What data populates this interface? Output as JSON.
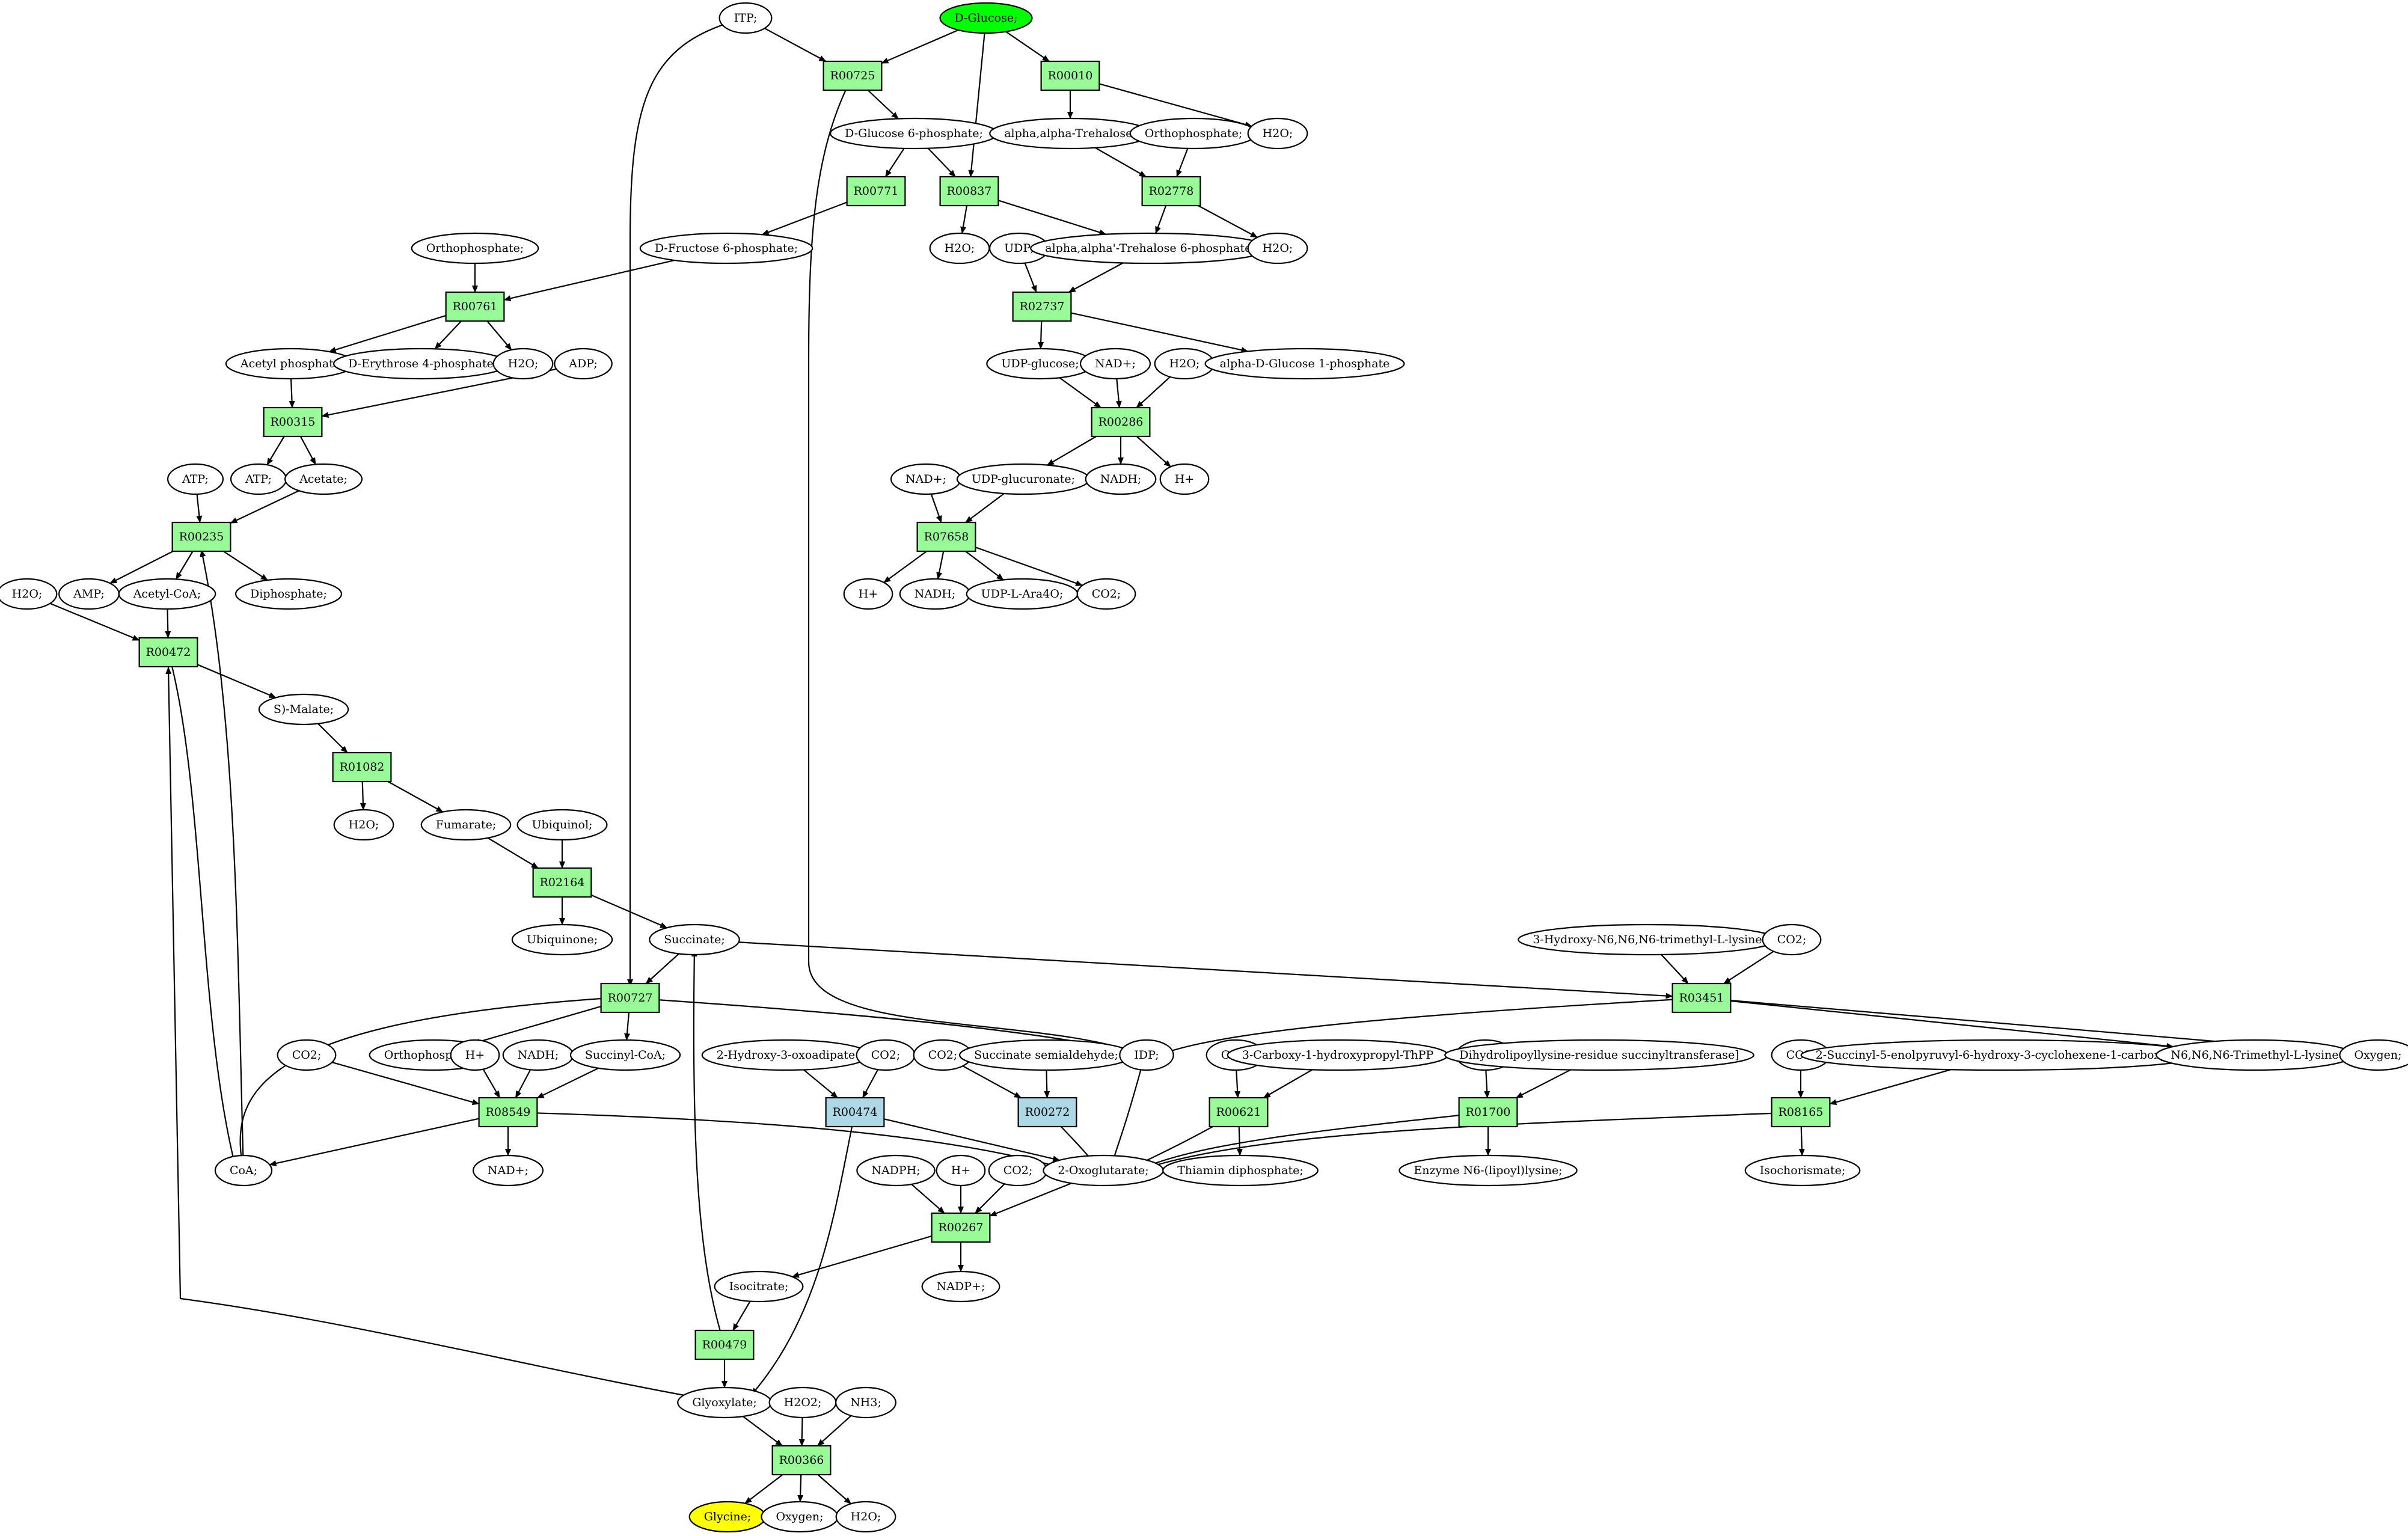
{
  "colors": {
    "reaction_default": "#98fb98",
    "reaction_highlight": "#add8e6",
    "metabolite_default": "#ffffff",
    "source": "#00ff00",
    "target": "#ffff00",
    "edge": "#000000"
  },
  "nodes": [
    {
      "id": "itp",
      "kind": "metabolite",
      "label": "ITP;"
    },
    {
      "id": "dglucose",
      "kind": "metabolite",
      "label": "D-Glucose;",
      "fill": "#00ff00"
    },
    {
      "id": "r00725",
      "kind": "reaction",
      "label": "R00725"
    },
    {
      "id": "r00010",
      "kind": "reaction",
      "label": "R00010"
    },
    {
      "id": "g6p",
      "kind": "metabolite",
      "label": "D-Glucose 6-phosphate;"
    },
    {
      "id": "aatrehalose",
      "kind": "metabolite",
      "label": "alpha,alpha-Trehalose;"
    },
    {
      "id": "orthophos1",
      "kind": "metabolite",
      "label": "Orthophosphate;"
    },
    {
      "id": "h2o_a",
      "kind": "metabolite",
      "label": "H2O;"
    },
    {
      "id": "r00771",
      "kind": "reaction",
      "label": "R00771"
    },
    {
      "id": "r00837",
      "kind": "reaction",
      "label": "R00837"
    },
    {
      "id": "r02778",
      "kind": "reaction",
      "label": "R02778"
    },
    {
      "id": "orthophos2",
      "kind": "metabolite",
      "label": "Orthophosphate;"
    },
    {
      "id": "f6p",
      "kind": "metabolite",
      "label": "D-Fructose 6-phosphate;"
    },
    {
      "id": "h2o_b",
      "kind": "metabolite",
      "label": "H2O;"
    },
    {
      "id": "udp",
      "kind": "metabolite",
      "label": "UDP;"
    },
    {
      "id": "t6p",
      "kind": "metabolite",
      "label": "alpha,alpha'-Trehalose 6-phosphate;"
    },
    {
      "id": "h2o_c",
      "kind": "metabolite",
      "label": "H2O;"
    },
    {
      "id": "r00761",
      "kind": "reaction",
      "label": "R00761"
    },
    {
      "id": "r02737",
      "kind": "reaction",
      "label": "R02737"
    },
    {
      "id": "acetylphos",
      "kind": "metabolite",
      "label": "Acetyl phosphate"
    },
    {
      "id": "e4p",
      "kind": "metabolite",
      "label": "D-Erythrose 4-phosphate"
    },
    {
      "id": "h2o_d",
      "kind": "metabolite",
      "label": "H2O;"
    },
    {
      "id": "adp",
      "kind": "metabolite",
      "label": "ADP;"
    },
    {
      "id": "udpglucose",
      "kind": "metabolite",
      "label": "UDP-glucose;"
    },
    {
      "id": "nadplus1",
      "kind": "metabolite",
      "label": "NAD+;"
    },
    {
      "id": "h2o_e",
      "kind": "metabolite",
      "label": "H2O;"
    },
    {
      "id": "adg1p",
      "kind": "metabolite",
      "label": "alpha-D-Glucose 1-phosphate"
    },
    {
      "id": "r00315",
      "kind": "reaction",
      "label": "R00315"
    },
    {
      "id": "r00286",
      "kind": "reaction",
      "label": "R00286"
    },
    {
      "id": "atp1",
      "kind": "metabolite",
      "label": "ATP;"
    },
    {
      "id": "atp2",
      "kind": "metabolite",
      "label": "ATP;"
    },
    {
      "id": "acetate",
      "kind": "metabolite",
      "label": "Acetate;"
    },
    {
      "id": "nadplus2",
      "kind": "metabolite",
      "label": "NAD+;"
    },
    {
      "id": "udpglucuronate",
      "kind": "metabolite",
      "label": "UDP-glucuronate;"
    },
    {
      "id": "nadh1",
      "kind": "metabolite",
      "label": "NADH;"
    },
    {
      "id": "hplus1",
      "kind": "metabolite",
      "label": "H+"
    },
    {
      "id": "r00235",
      "kind": "reaction",
      "label": "R00235"
    },
    {
      "id": "r07658",
      "kind": "reaction",
      "label": "R07658"
    },
    {
      "id": "h2o_f",
      "kind": "metabolite",
      "label": "H2O;"
    },
    {
      "id": "amp",
      "kind": "metabolite",
      "label": "AMP;"
    },
    {
      "id": "acetylcoa",
      "kind": "metabolite",
      "label": "Acetyl-CoA;"
    },
    {
      "id": "diphosphate",
      "kind": "metabolite",
      "label": "Diphosphate;"
    },
    {
      "id": "hplus2",
      "kind": "metabolite",
      "label": "H+"
    },
    {
      "id": "nadh2",
      "kind": "metabolite",
      "label": "NADH;"
    },
    {
      "id": "udplara4o",
      "kind": "metabolite",
      "label": "UDP-L-Ara4O;"
    },
    {
      "id": "co2_a",
      "kind": "metabolite",
      "label": "CO2;"
    },
    {
      "id": "r00472",
      "kind": "reaction",
      "label": "R00472"
    },
    {
      "id": "smalate",
      "kind": "metabolite",
      "label": "S)-Malate;"
    },
    {
      "id": "r01082",
      "kind": "reaction",
      "label": "R01082"
    },
    {
      "id": "h2o_g",
      "kind": "metabolite",
      "label": "H2O;"
    },
    {
      "id": "fumarate",
      "kind": "metabolite",
      "label": "Fumarate;"
    },
    {
      "id": "ubiquinol",
      "kind": "metabolite",
      "label": "Ubiquinol;"
    },
    {
      "id": "r02164",
      "kind": "reaction",
      "label": "R02164"
    },
    {
      "id": "ubiquinone",
      "kind": "metabolite",
      "label": "Ubiquinone;"
    },
    {
      "id": "succinate",
      "kind": "metabolite",
      "label": "Succinate;"
    },
    {
      "id": "hydroxylysine",
      "kind": "metabolite",
      "label": "3-Hydroxy-N6,N6,N6-trimethyl-L-lysine"
    },
    {
      "id": "co2_b",
      "kind": "metabolite",
      "label": "CO2;"
    },
    {
      "id": "r00727",
      "kind": "reaction",
      "label": "R00727"
    },
    {
      "id": "r03451",
      "kind": "reaction",
      "label": "R03451"
    },
    {
      "id": "co2_c",
      "kind": "metabolite",
      "label": "CO2;"
    },
    {
      "id": "orthophos3",
      "kind": "metabolite",
      "label": "Orthophosphate;"
    },
    {
      "id": "hplus3",
      "kind": "metabolite",
      "label": "H+"
    },
    {
      "id": "nadh3",
      "kind": "metabolite",
      "label": "NADH;"
    },
    {
      "id": "succinylcoa",
      "kind": "metabolite",
      "label": "Succinyl-CoA;"
    },
    {
      "id": "oxoadipate",
      "kind": "metabolite",
      "label": "2-Hydroxy-3-oxoadipate"
    },
    {
      "id": "co2_d",
      "kind": "metabolite",
      "label": "CO2;"
    },
    {
      "id": "co2_e",
      "kind": "metabolite",
      "label": "CO2;"
    },
    {
      "id": "succsemialdehyde",
      "kind": "metabolite",
      "label": "Succinate semialdehyde;"
    },
    {
      "id": "idp",
      "kind": "metabolite",
      "label": "IDP;"
    },
    {
      "id": "co2_f",
      "kind": "metabolite",
      "label": "CO2;"
    },
    {
      "id": "carboxytpp",
      "kind": "metabolite",
      "label": "3-Carboxy-1-hydroxypropyl-ThPP"
    },
    {
      "id": "co2_g",
      "kind": "metabolite",
      "label": "CO2;"
    },
    {
      "id": "dihydrolipoyllysine",
      "kind": "metabolite",
      "label": "Dihydrolipoyllysine-residue succinyltransferase]"
    },
    {
      "id": "co2_h",
      "kind": "metabolite",
      "label": "CO2;"
    },
    {
      "id": "succinylenolpyruvyl",
      "kind": "metabolite",
      "label": "2-Succinyl-5-enolpyruvyl-6-hydroxy-3-cyclohexene-1-carboxylate"
    },
    {
      "id": "trimethyllysine",
      "kind": "metabolite",
      "label": "N6,N6,N6-Trimethyl-L-lysine"
    },
    {
      "id": "oxygen1",
      "kind": "metabolite",
      "label": "Oxygen;"
    },
    {
      "id": "r08549",
      "kind": "reaction",
      "label": "R08549"
    },
    {
      "id": "r00474",
      "kind": "reaction",
      "label": "R00474",
      "fill": "#add8e6"
    },
    {
      "id": "r00272",
      "kind": "reaction",
      "label": "R00272",
      "fill": "#add8e6"
    },
    {
      "id": "r00621",
      "kind": "reaction",
      "label": "R00621"
    },
    {
      "id": "r01700",
      "kind": "reaction",
      "label": "R01700"
    },
    {
      "id": "r08165",
      "kind": "reaction",
      "label": "R08165"
    },
    {
      "id": "coa",
      "kind": "metabolite",
      "label": "CoA;"
    },
    {
      "id": "nadplus3",
      "kind": "metabolite",
      "label": "NAD+;"
    },
    {
      "id": "nadph",
      "kind": "metabolite",
      "label": "NADPH;"
    },
    {
      "id": "hplus4",
      "kind": "metabolite",
      "label": "H+"
    },
    {
      "id": "co2_i",
      "kind": "metabolite",
      "label": "CO2;"
    },
    {
      "id": "oxoglutarate",
      "kind": "metabolite",
      "label": "2-Oxoglutarate;"
    },
    {
      "id": "thiamin",
      "kind": "metabolite",
      "label": "Thiamin diphosphate;"
    },
    {
      "id": "enzymelipoyl",
      "kind": "metabolite",
      "label": "Enzyme N6-(lipoyl)lysine;"
    },
    {
      "id": "isochorismate",
      "kind": "metabolite",
      "label": "Isochorismate;"
    },
    {
      "id": "r00267",
      "kind": "reaction",
      "label": "R00267"
    },
    {
      "id": "isocitrate",
      "kind": "metabolite",
      "label": "Isocitrate;"
    },
    {
      "id": "nadpplus",
      "kind": "metabolite",
      "label": "NADP+;"
    },
    {
      "id": "r00479",
      "kind": "reaction",
      "label": "R00479"
    },
    {
      "id": "glyoxylate",
      "kind": "metabolite",
      "label": "Glyoxylate;"
    },
    {
      "id": "h2o2",
      "kind": "metabolite",
      "label": "H2O2;"
    },
    {
      "id": "nh3",
      "kind": "metabolite",
      "label": "NH3;"
    },
    {
      "id": "r00366",
      "kind": "reaction",
      "label": "R00366"
    },
    {
      "id": "glycine",
      "kind": "metabolite",
      "label": "Glycine;",
      "fill": "#ffff00"
    },
    {
      "id": "oxygen2",
      "kind": "metabolite",
      "label": "Oxygen;"
    },
    {
      "id": "h2o_h",
      "kind": "metabolite",
      "label": "H2O;"
    }
  ],
  "edges": [
    [
      "itp",
      "r00725"
    ],
    [
      "itp",
      "r00727"
    ],
    [
      "dglucose",
      "r00725"
    ],
    [
      "dglucose",
      "r00010"
    ],
    [
      "dglucose",
      "r00837"
    ],
    [
      "r00725",
      "g6p"
    ],
    [
      "r00725",
      "idp"
    ],
    [
      "r00010",
      "aatrehalose"
    ],
    [
      "r00010",
      "h2o_a"
    ],
    [
      "g6p",
      "r00771"
    ],
    [
      "g6p",
      "r00837"
    ],
    [
      "aatrehalose",
      "r02778"
    ],
    [
      "orthophos1",
      "r02778"
    ],
    [
      "r00771",
      "f6p"
    ],
    [
      "r00837",
      "h2o_b"
    ],
    [
      "r00837",
      "t6p"
    ],
    [
      "r02778",
      "t6p"
    ],
    [
      "r02778",
      "h2o_c"
    ],
    [
      "orthophos2",
      "r00761"
    ],
    [
      "f6p",
      "r00761"
    ],
    [
      "udp",
      "r02737"
    ],
    [
      "t6p",
      "r02737"
    ],
    [
      "r00761",
      "acetylphos"
    ],
    [
      "r00761",
      "e4p"
    ],
    [
      "r00761",
      "h2o_d"
    ],
    [
      "r02737",
      "udpglucose"
    ],
    [
      "r02737",
      "adg1p"
    ],
    [
      "acetylphos",
      "r00315"
    ],
    [
      "adp",
      "r00315"
    ],
    [
      "udpglucose",
      "r00286"
    ],
    [
      "nadplus1",
      "r00286"
    ],
    [
      "h2o_e",
      "r00286"
    ],
    [
      "r00315",
      "atp2"
    ],
    [
      "r00315",
      "acetate"
    ],
    [
      "r00286",
      "udpglucuronate"
    ],
    [
      "r00286",
      "nadh1"
    ],
    [
      "r00286",
      "hplus1"
    ],
    [
      "atp1",
      "r00235"
    ],
    [
      "acetate",
      "r00235"
    ],
    [
      "coa",
      "r00235"
    ],
    [
      "nadplus2",
      "r07658"
    ],
    [
      "udpglucuronate",
      "r07658"
    ],
    [
      "r00235",
      "amp"
    ],
    [
      "r00235",
      "acetylcoa"
    ],
    [
      "r00235",
      "diphosphate"
    ],
    [
      "r07658",
      "hplus2"
    ],
    [
      "r07658",
      "nadh2"
    ],
    [
      "r07658",
      "udplara4o"
    ],
    [
      "r07658",
      "co2_a"
    ],
    [
      "h2o_f",
      "r00472"
    ],
    [
      "acetylcoa",
      "r00472"
    ],
    [
      "glyoxylate",
      "r00472"
    ],
    [
      "r00472",
      "smalate"
    ],
    [
      "r00472",
      "coa"
    ],
    [
      "smalate",
      "r01082"
    ],
    [
      "r01082",
      "h2o_g"
    ],
    [
      "r01082",
      "fumarate"
    ],
    [
      "fumarate",
      "r02164"
    ],
    [
      "ubiquinol",
      "r02164"
    ],
    [
      "r02164",
      "ubiquinone"
    ],
    [
      "r02164",
      "succinate"
    ],
    [
      "succinate",
      "r00727"
    ],
    [
      "succinate",
      "r03451"
    ],
    [
      "hydroxylysine",
      "r03451"
    ],
    [
      "co2_b",
      "r03451"
    ],
    [
      "coa",
      "r00727"
    ],
    [
      "r00727",
      "orthophos3"
    ],
    [
      "r00727",
      "succinylcoa"
    ],
    [
      "r00727",
      "idp"
    ],
    [
      "r03451",
      "trimethyllysine"
    ],
    [
      "r03451",
      "oxygen1"
    ],
    [
      "r03451",
      "oxoglutarate"
    ],
    [
      "co2_c",
      "r08549"
    ],
    [
      "hplus3",
      "r08549"
    ],
    [
      "nadh3",
      "r08549"
    ],
    [
      "succinylcoa",
      "r08549"
    ],
    [
      "r08549",
      "coa"
    ],
    [
      "r08549",
      "nadplus3"
    ],
    [
      "r08549",
      "oxoglutarate"
    ],
    [
      "oxoadipate",
      "r00474"
    ],
    [
      "co2_d",
      "r00474"
    ],
    [
      "r00474",
      "oxoglutarate"
    ],
    [
      "r00474",
      "glyoxylate"
    ],
    [
      "co2_e",
      "r00272"
    ],
    [
      "succsemialdehyde",
      "r00272"
    ],
    [
      "r00272",
      "oxoglutarate"
    ],
    [
      "co2_f",
      "r00621"
    ],
    [
      "carboxytpp",
      "r00621"
    ],
    [
      "r00621",
      "oxoglutarate"
    ],
    [
      "r00621",
      "thiamin"
    ],
    [
      "co2_g",
      "r01700"
    ],
    [
      "dihydrolipoyllysine",
      "r01700"
    ],
    [
      "r01700",
      "oxoglutarate"
    ],
    [
      "r01700",
      "enzymelipoyl"
    ],
    [
      "co2_h",
      "r08165"
    ],
    [
      "succinylenolpyruvyl",
      "r08165"
    ],
    [
      "r08165",
      "oxoglutarate"
    ],
    [
      "r08165",
      "isochorismate"
    ],
    [
      "nadph",
      "r00267"
    ],
    [
      "hplus4",
      "r00267"
    ],
    [
      "co2_i",
      "r00267"
    ],
    [
      "oxoglutarate",
      "r00267"
    ],
    [
      "r00267",
      "isocitrate"
    ],
    [
      "r00267",
      "nadpplus"
    ],
    [
      "isocitrate",
      "r00479"
    ],
    [
      "r00479",
      "glyoxylate"
    ],
    [
      "r00479",
      "succinate"
    ],
    [
      "glyoxylate",
      "r00366"
    ],
    [
      "h2o2",
      "r00366"
    ],
    [
      "nh3",
      "r00366"
    ],
    [
      "r00366",
      "glycine"
    ],
    [
      "r00366",
      "oxygen2"
    ],
    [
      "r00366",
      "h2o_h"
    ]
  ]
}
